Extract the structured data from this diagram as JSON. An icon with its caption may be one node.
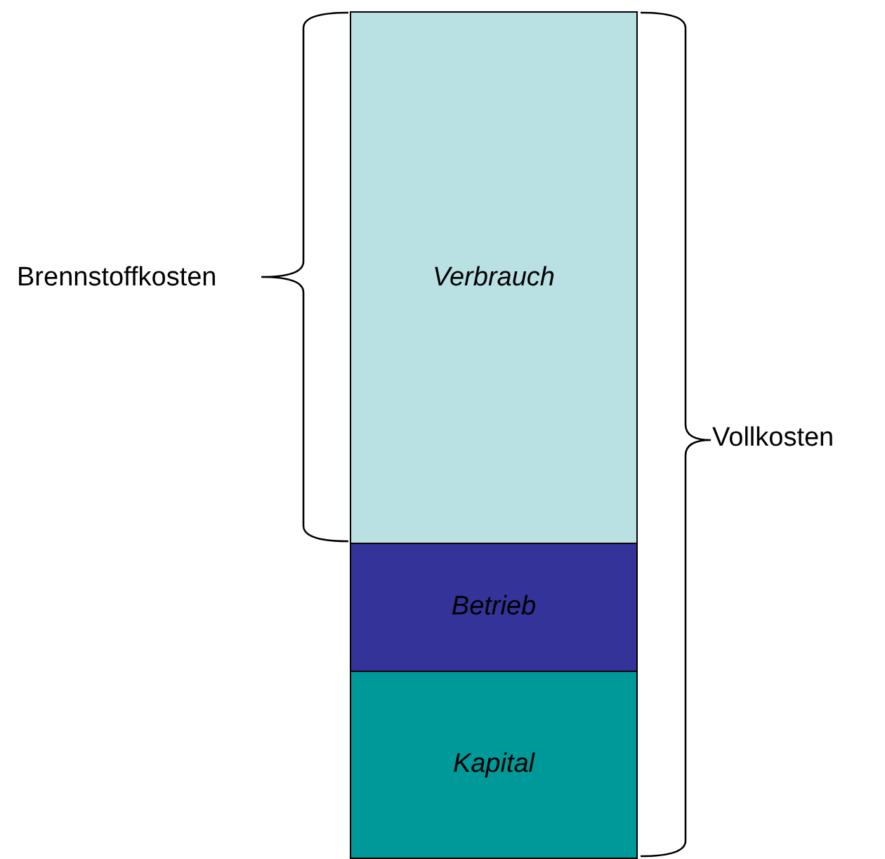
{
  "diagram": {
    "nodes": [
      {
        "text": [
          "Verbrauch"
        ]
      },
      {
        "text": [
          "Betrieb"
        ]
      },
      {
        "text": [
          "Kapital"
        ]
      }
    ],
    "labels": [
      "Brennstoffkosten",
      "Vollkosten"
    ]
  }
}
